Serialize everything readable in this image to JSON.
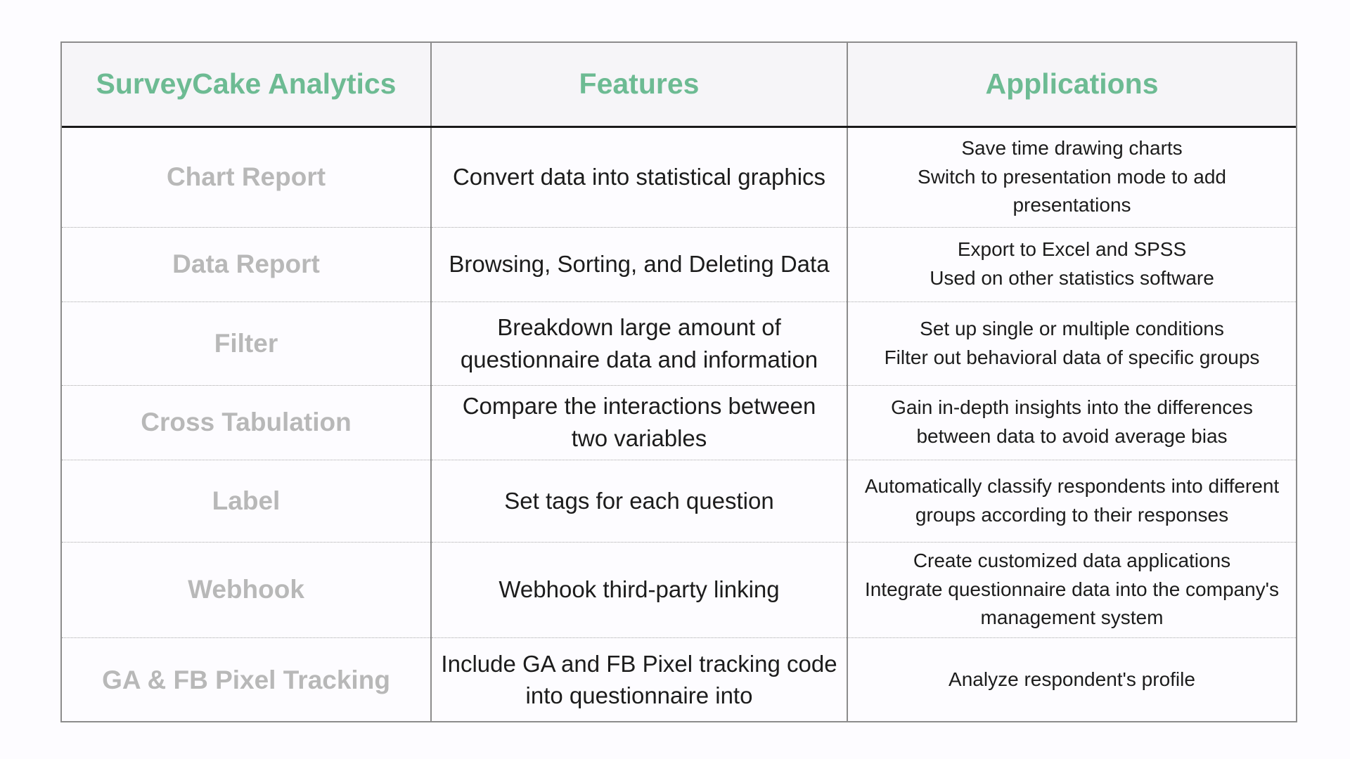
{
  "table": {
    "headers": {
      "analytics": "SurveyCake Analytics",
      "features": "Features",
      "applications": "Applications"
    },
    "rows": [
      {
        "analytics": "Chart Report",
        "features": [
          "Convert data into statistical graphics"
        ],
        "applications": [
          "Save time drawing charts",
          "Switch to presentation mode to add",
          "presentations"
        ]
      },
      {
        "analytics": "Data Report",
        "features": [
          "Browsing, Sorting, and Deleting Data"
        ],
        "applications": [
          "Export to Excel and SPSS",
          "Used on other statistics software"
        ]
      },
      {
        "analytics": "Filter",
        "features": [
          "Breakdown large amount of",
          "questionnaire data and information"
        ],
        "applications": [
          "Set up single or multiple conditions",
          "Filter out behavioral data of specific groups"
        ]
      },
      {
        "analytics": "Cross Tabulation",
        "features": [
          "Compare the interactions between",
          "two variables"
        ],
        "applications": [
          "Gain in-depth insights into the differences",
          "between data to avoid average bias"
        ]
      },
      {
        "analytics": "Label",
        "features": [
          "Set tags for each question"
        ],
        "applications": [
          "Automatically classify respondents into different",
          "groups according to their responses"
        ]
      },
      {
        "analytics": "Webhook",
        "features": [
          "Webhook third-party linking"
        ],
        "applications": [
          "Create customized data applications",
          "Integrate questionnaire data into the company's",
          "management system"
        ]
      },
      {
        "analytics": "GA & FB Pixel Tracking",
        "features": [
          "Include GA and FB Pixel tracking code",
          "into questionnaire into"
        ],
        "applications": [
          "Analyze respondent's profile"
        ]
      }
    ]
  },
  "colors": {
    "header_text": "#6dbb93",
    "analytics_text": "#b8b8b8",
    "body_text": "#1c1c1c",
    "header_bg": "#f6f5f8",
    "border": "#8c8c8c"
  }
}
